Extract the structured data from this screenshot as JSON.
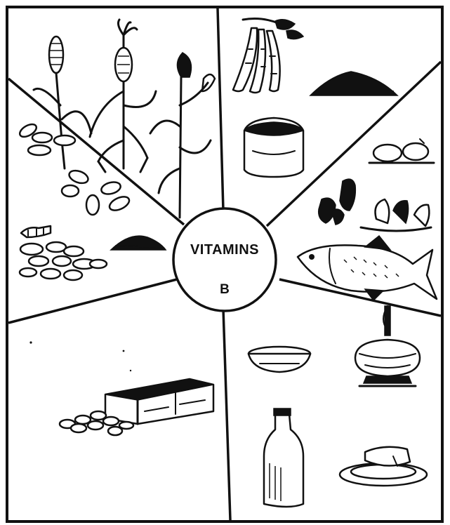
{
  "center": {
    "title": "VITAMINS",
    "subtitle": "B"
  },
  "colors": {
    "ink": "#111111",
    "paper": "#ffffff"
  },
  "sections": [
    {
      "icon": "cereal-plants-icon",
      "position": "top-left"
    },
    {
      "icon": "pulses-beans-icon",
      "position": "left"
    },
    {
      "icon": "nuts-and-seeds-icon",
      "position": "left-lower"
    },
    {
      "icon": "pods-flour-sack-icon",
      "position": "top-right"
    },
    {
      "icon": "liver-eggs-vegetables-icon",
      "position": "right"
    },
    {
      "icon": "fish-icon",
      "position": "right-lower"
    },
    {
      "icon": "yeast-tablets-box-icon",
      "position": "bottom-left"
    },
    {
      "icon": "milk-curd-cheese-icon",
      "position": "bottom-right"
    }
  ]
}
